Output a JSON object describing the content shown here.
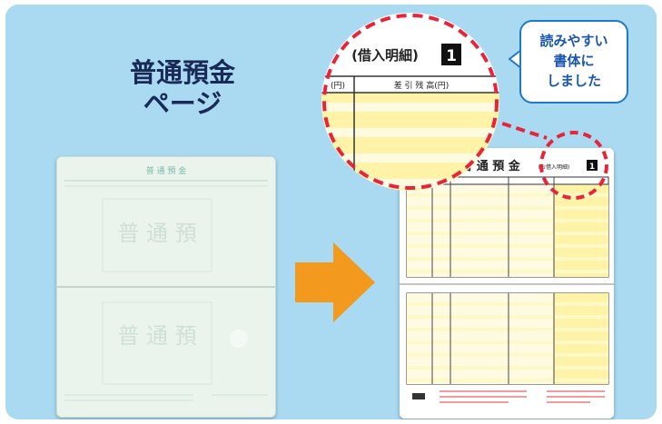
{
  "title": {
    "line1": "普通預金",
    "line2": "ページ"
  },
  "bubble": {
    "line1": "読みやすい",
    "line2": "書体に",
    "line3": "しました"
  },
  "magnified": {
    "header": "(借入明細)",
    "page_number": "1",
    "yen_label": "(円)",
    "balance_label": "差 引 残 高(円)"
  },
  "new_book": {
    "title": "普 通 預 金",
    "subtitle": "(お借入明細)",
    "page_number": "1"
  },
  "old_book": {
    "title": "普 通 預 金",
    "watermark": "普 通 預"
  },
  "colors": {
    "background": "#a9daf2",
    "title": "#1a2a57",
    "arrow": "#f39a1e",
    "dashed_ring": "#e8243a",
    "bubble_border": "#1f78c8",
    "yellow": "#fff3a8"
  }
}
